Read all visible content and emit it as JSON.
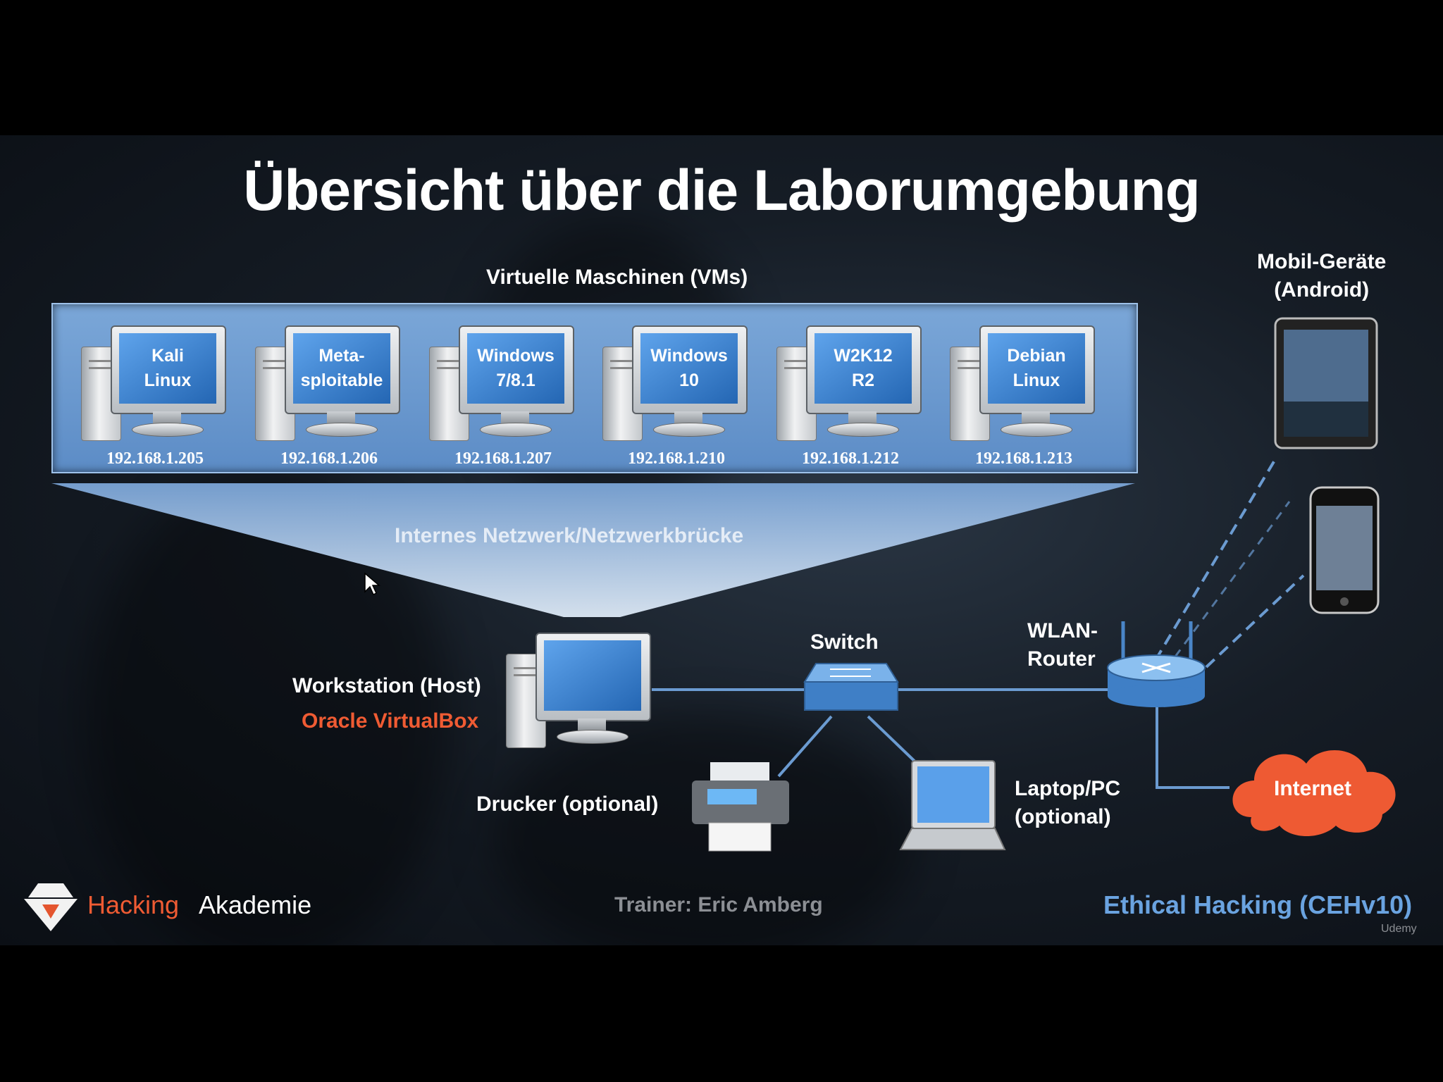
{
  "title": "Übersicht über die Laborumgebung",
  "vm_section_label": "Virtuelle Maschinen (VMs)",
  "vms": [
    {
      "name": "Kali\nLinux",
      "ip": "192.168.1.205"
    },
    {
      "name": "Meta-\nsploitable",
      "ip": "192.168.1.206"
    },
    {
      "name": "Windows\n7/8.1",
      "ip": "192.168.1.207"
    },
    {
      "name": "Windows\n10",
      "ip": "192.168.1.210"
    },
    {
      "name": "W2K12\nR2",
      "ip": "192.168.1.212"
    },
    {
      "name": "Debian\nLinux",
      "ip": "192.168.1.213"
    }
  ],
  "network_label": "Internes Netzwerk/Netzwerkbrücke",
  "host": {
    "label": "Workstation (Host)",
    "software": "Oracle VirtualBox"
  },
  "switch_label": "Switch",
  "router_label": "WLAN-\nRouter",
  "mobile_label": "Mobil-Geräte\n(Android)",
  "printer_label": "Drucker (optional)",
  "laptop_label": "Laptop/PC\n(optional)",
  "internet_label": "Internet",
  "footer": {
    "brand_part1": "Hacking",
    "brand_part2": "Akademie",
    "trainer": "Trainer: Eric Amberg",
    "course": "Ethical Hacking (CEHv10)",
    "watermark": "Udemy"
  },
  "colors": {
    "accent_orange": "#ef5b33",
    "course_blue": "#6aa3e0",
    "panel_blue": "#6c9bd0"
  }
}
